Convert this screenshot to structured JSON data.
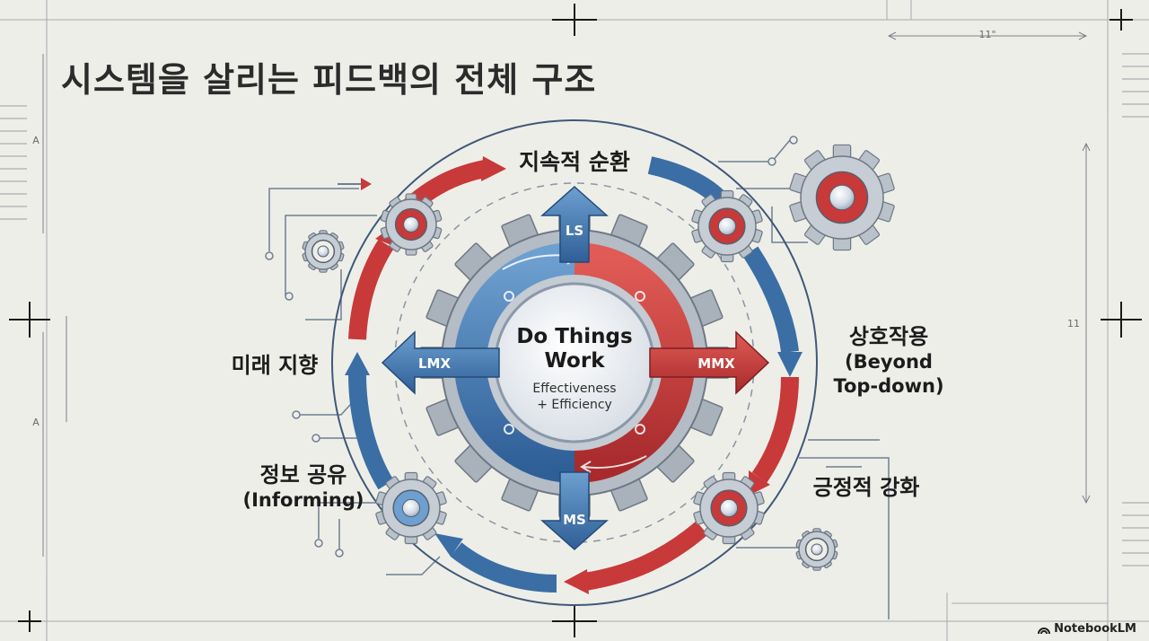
{
  "title": "시스템을 살리는 피드백의 전체 구조",
  "center": {
    "main_line1": "Do Things",
    "main_line2": "Work",
    "sub_line1": "Effectiveness",
    "sub_line2": "+ Efficiency"
  },
  "arrows": {
    "up": "LS",
    "down": "MS",
    "left": "LMX",
    "right": "MMX"
  },
  "labels": {
    "top": "지속적 순환",
    "right_line1": "상호작용",
    "right_line2": "(Beyond",
    "right_line3": "Top-down)",
    "bottom_right": "긍정적 강화",
    "bottom_left_line1": "정보 공유",
    "bottom_left_line2": "(Informing)",
    "left": "미래 지향"
  },
  "dimensions": {
    "top_right": "11\"",
    "right": "11",
    "left_upper": "A",
    "left_lower": "A"
  },
  "brand": "NotebookLM",
  "colors": {
    "red": "#c8393a",
    "blue": "#3a6ea5",
    "line": "#6f7f93",
    "background": "#eeeee8"
  }
}
